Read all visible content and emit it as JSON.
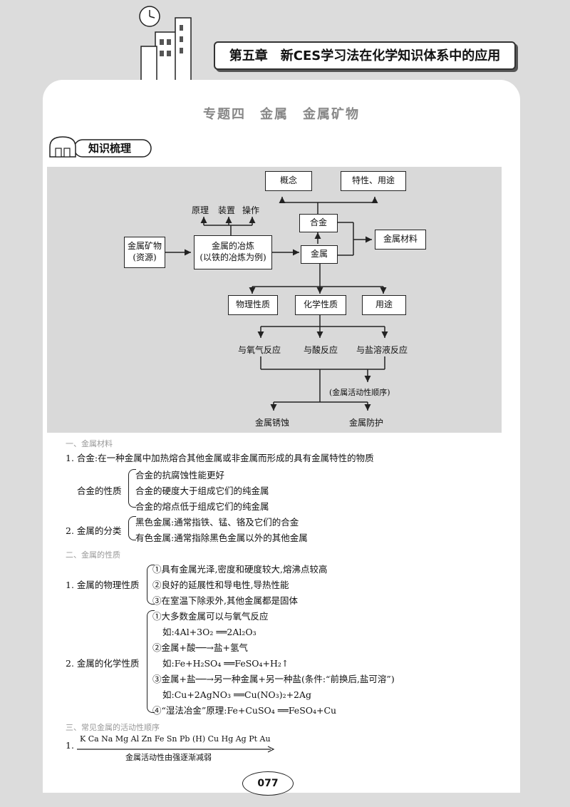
{
  "header": {
    "chapter_title": "第五章　新CES学习法在化学知识体系中的应用"
  },
  "topic_title": "专题四　金属　金属矿物",
  "section_label": "知识梳理",
  "diagram": {
    "gainian": "概念",
    "texing": "特性、用途",
    "yuanli": "原理",
    "zhuangzhi": "装置",
    "caozuo": "操作",
    "hejin": "合金",
    "jinshucailiao": "金属材料",
    "kuangwu_line1": "金属矿物",
    "kuangwu_line2": "(资源)",
    "yelian_line1": "金属的冶炼",
    "yelian_line2": "(以铁的冶炼为例)",
    "jinshu": "金属",
    "wuli": "物理性质",
    "huaxue": "化学性质",
    "yongtu": "用途",
    "yangqi": "与氧气反应",
    "suan": "与酸反应",
    "yanrongye": "与盐溶液反应",
    "huodongxing": "(金属活动性顺序)",
    "xiushi": "金属锈蚀",
    "fanghu": "金属防护"
  },
  "s1": {
    "head": "一、金属材料",
    "l1": "1. 合金:在一种金属中加热熔合其他金属或非金属而形成的具有金属特性的物质",
    "prop_label": "合金的性质",
    "p1": "合金的抗腐蚀性能更好",
    "p2": "合金的硬度大于组成它们的纯金属",
    "p3": "合金的熔点低于组成它们的纯金属",
    "cls_label": "2. 金属的分类",
    "c1": "黑色金属:通常指铁、锰、铬及它们的合金",
    "c2": "有色金属:通常指除黑色金属以外的其他金属"
  },
  "s2": {
    "head": "二、金属的性质",
    "phys_label": "1. 金属的物理性质",
    "ph1": "①具有金属光泽,密度和硬度较大,熔沸点较高",
    "ph2": "②良好的延展性和导电性,导热性能",
    "ph3": "③在室温下除汞外,其他金属都是固体",
    "chem_label": "2. 金属的化学性质",
    "ch1": "①大多数金属可以与氧气反应",
    "ch1e": "如:4Al+3O₂ ══2Al₂O₃",
    "ch2": "②金属+酸──→盐+氢气",
    "ch2e": "如:Fe+H₂SO₄ ══FeSO₄+H₂↑",
    "ch3": "③金属+盐──→另一种金属+另一种盐(条件:“前换后,盐可溶”)",
    "ch3e": "如:Cu+2AgNO₃ ══Cu(NO₃)₂+2Ag",
    "ch4": "④“湿法冶金”原理:Fe+CuSO₄ ══FeSO₄+Cu"
  },
  "s3": {
    "head": "三、常见金属的活动性顺序",
    "num": "1.",
    "series": "K Ca Na Mg Al Zn Fe Sn Pb (H) Cu Hg Ag Pt Au",
    "caption": "金属活动性由强逐渐减弱"
  },
  "page_number": "077"
}
